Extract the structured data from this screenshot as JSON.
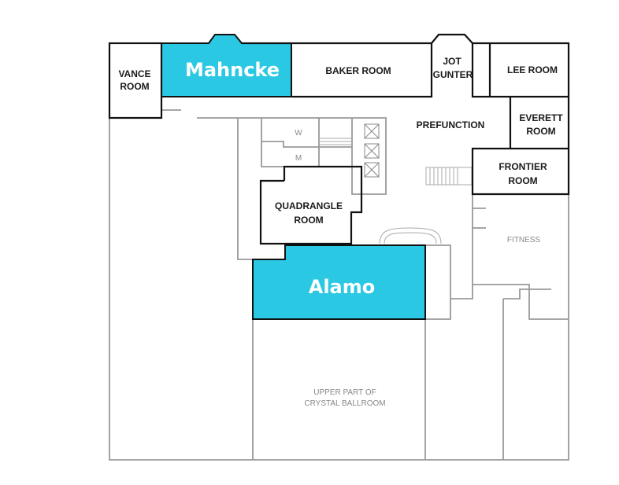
{
  "colors": {
    "highlight": "#2bc8e4",
    "wall": "#111111",
    "secondary_wall": "#999999"
  },
  "rooms": {
    "vance": [
      "VANCE",
      "ROOM"
    ],
    "mahncke": "Mahncke",
    "baker": "BAKER ROOM",
    "jot_gunter": [
      "JOT",
      "GUNTER"
    ],
    "lee": "LEE ROOM",
    "everett": [
      "EVERETT",
      "ROOM"
    ],
    "prefunction": "PREFUNCTION",
    "frontier": [
      "FRONTIER",
      "ROOM"
    ],
    "quadrangle": [
      "QUADRANGLE",
      "ROOM"
    ],
    "alamo": "Alamo",
    "fitness": "FITNESS",
    "womens_restroom": "W",
    "mens_restroom": "M",
    "ballroom": [
      "UPPER PART OF",
      "CRYSTAL BALLROOM"
    ]
  }
}
